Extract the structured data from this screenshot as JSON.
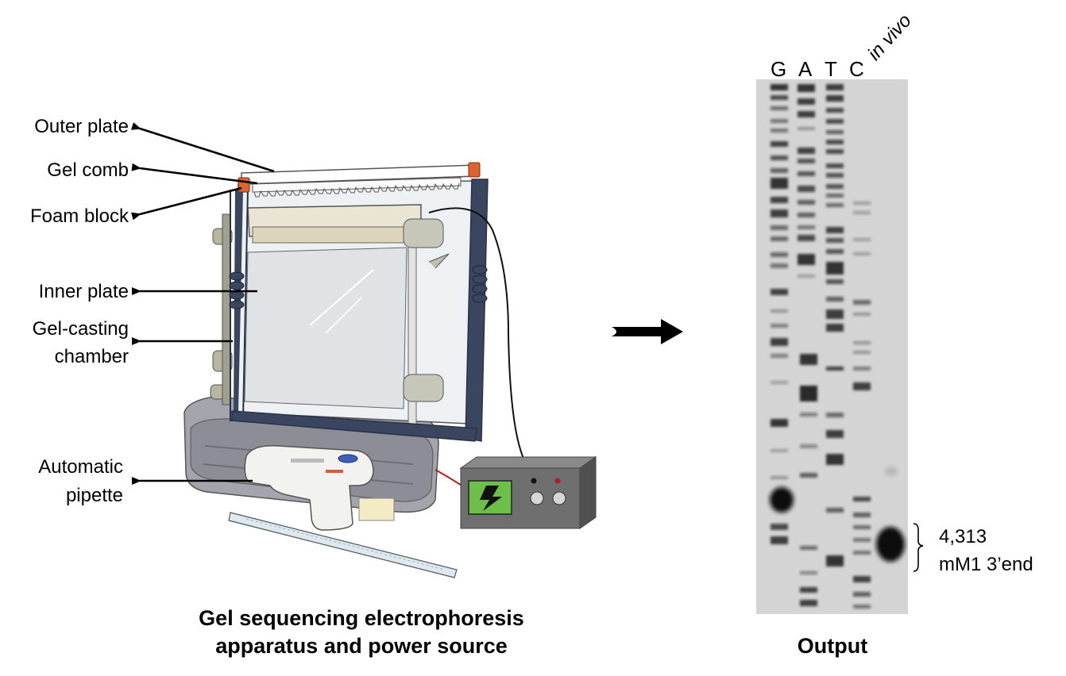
{
  "apparatus": {
    "labels": {
      "outer_plate": "Outer plate",
      "gel_comb": "Gel comb",
      "foam_block": "Foam block",
      "inner_plate": "Inner plate",
      "gel_casting_line1": "Gel-casting",
      "gel_casting_line2": "chamber",
      "pipette_line1": "Automatic",
      "pipette_line2": "pipette"
    },
    "caption_line1": "Gel sequencing electrophoresis",
    "caption_line2": "apparatus and power source"
  },
  "gel": {
    "lanes": [
      "G",
      "A",
      "T",
      "C",
      "in vivo"
    ],
    "annotation_line1": "4,313",
    "annotation_line2": "mM1 3’end",
    "caption": "Output"
  },
  "colors": {
    "frame_navy": "#3a4560",
    "power_box_gray": "#6f6f6f",
    "screen_green": "#6cc04a",
    "clip_orange": "#e0622e",
    "base_gray": "#9d9ea6"
  }
}
